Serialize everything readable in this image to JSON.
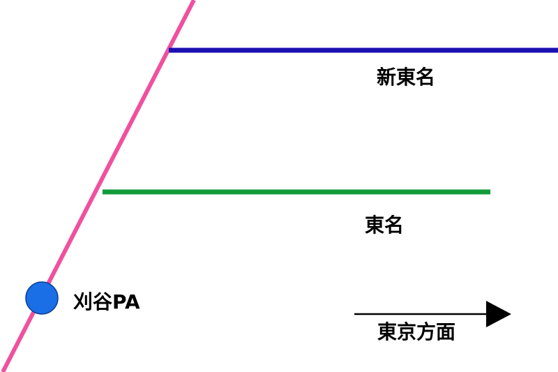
{
  "map": {
    "roads": [
      {
        "name": "新東名",
        "color": "#1a0fb0"
      },
      {
        "name": "東名",
        "color": "#109a3a"
      }
    ],
    "crossing_road_color": "#f0509e",
    "poi": {
      "label": "刈谷PA",
      "marker_color": "#1a6fe6",
      "marker_outline_color": "#0a3f94"
    },
    "direction": {
      "label": "東京方面",
      "arrow_color": "#000000"
    }
  }
}
